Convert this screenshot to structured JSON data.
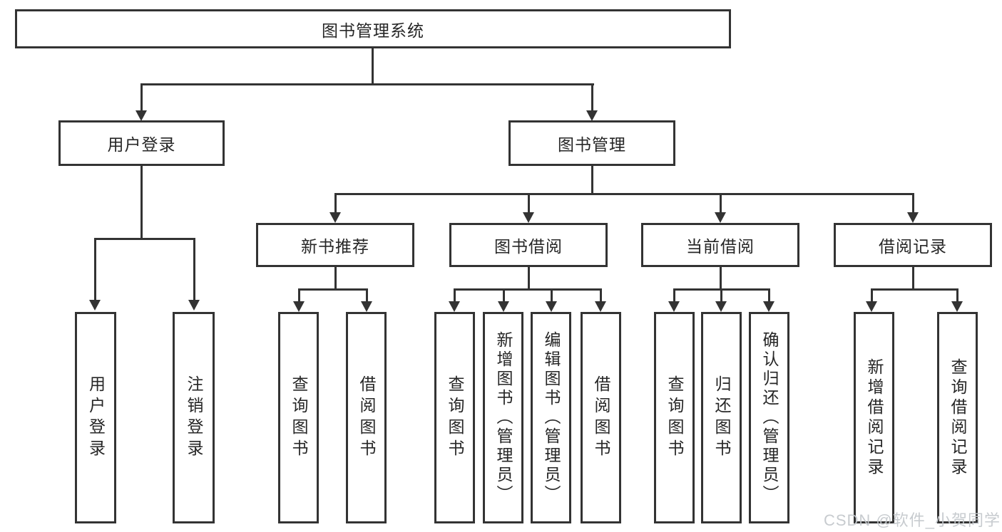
{
  "diagram": {
    "root": {
      "label": "图书管理系统"
    },
    "user_login": {
      "label": "用户登录",
      "children": [
        {
          "label": "用户登录"
        },
        {
          "label": "注销登录"
        }
      ]
    },
    "book_mgmt": {
      "label": "图书管理",
      "sections": [
        {
          "label": "新书推荐",
          "children": [
            {
              "label": "查询图书"
            },
            {
              "label": "借阅图书"
            }
          ]
        },
        {
          "label": "图书借阅",
          "children": [
            {
              "label": "查询图书"
            },
            {
              "label": "新增图书（管理员）"
            },
            {
              "label": "编辑图书（管理员）"
            },
            {
              "label": "借阅图书"
            }
          ]
        },
        {
          "label": "当前借阅",
          "children": [
            {
              "label": "查询图书"
            },
            {
              "label": "归还图书"
            },
            {
              "label": "确认归还（管理员）"
            }
          ]
        },
        {
          "label": "借阅记录",
          "children": [
            {
              "label": "新增借阅记录"
            },
            {
              "label": "查询借阅记录"
            }
          ]
        }
      ]
    }
  },
  "watermark": {
    "text": "CSDN @软件_小贺同学"
  },
  "colors": {
    "line": "#333333",
    "text": "#262626",
    "watermark": "#c3c7cb",
    "background": "#ffffff"
  }
}
